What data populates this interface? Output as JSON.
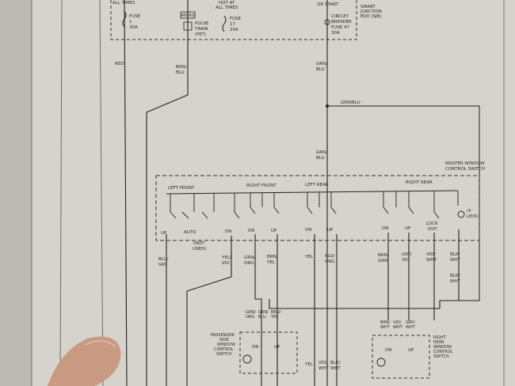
{
  "top_labels": {
    "hot_left": "ALL TIMES",
    "hot_mid_line1": "HOT AT",
    "hot_mid_line2": "ALL TIMES",
    "hot_right": "OR START"
  },
  "fuse1": {
    "line1": "FUSE",
    "line2": "1",
    "line3": "30A"
  },
  "micro": "MICRO",
  "pulse_train": {
    "line1": "PULSE",
    "line2": "TRAIN",
    "line3": "(FET)"
  },
  "fuse17": {
    "line1": "FUSE",
    "line2": "17",
    "line3": "20A"
  },
  "sjb": {
    "line1": "SMART",
    "line2": "JUNCTION",
    "line3": "BOX (SJB)"
  },
  "breaker": {
    "line1": "CIRCUIT",
    "line2": "BREAKER",
    "line3": "FUSE 47",
    "line4": "30A"
  },
  "wire_red": "RED",
  "wire_brn_blu": [
    "BRN/",
    "BLU"
  ],
  "wire_grn_blu_top": [
    "GRN/",
    "BLU"
  ],
  "wire_grn_blu_branch": "GRN/BLU",
  "wire_grn_blu_mid": [
    "GRN/",
    "BLU"
  ],
  "master": {
    "line1": "MASTER WINDOW",
    "line2": "CONTROL SWITCH"
  },
  "groups": {
    "left_front": "LEFT FRONT",
    "right_front": "RIGHT FRONT",
    "left_rear": "LEFT REAR",
    "right_rear": "RIGHT REAR"
  },
  "positions": {
    "up1": "UP",
    "auto": "AUTO",
    "dn1": "DN",
    "dn2": "DN",
    "up2": "UP",
    "dn3": "DN",
    "up3": "UP",
    "dn4": "DN",
    "up4": "UP",
    "lock": "LOCK",
    "out": "OUT"
  },
  "not_used": {
    "line1": "(NOT",
    "line2": "USED)"
  },
  "leds": {
    "line1": "(4",
    "line2": "LEDS)"
  },
  "wires_bottom": {
    "blu_gry": [
      "BLU/",
      "GRY"
    ],
    "yel_vio": [
      "YEL/",
      "VIO"
    ],
    "grn_org": [
      "GRN/",
      "ORG"
    ],
    "brn_yel": [
      "BRN/",
      "YEL"
    ],
    "yel": "YEL",
    "blu_org": [
      "BLU/",
      "ORG"
    ],
    "brn_grn": [
      "BRN/",
      "GRN"
    ],
    "gry_vio": [
      "GRY/",
      "VIO"
    ],
    "vio_wht": [
      "VIO/",
      "WHT"
    ],
    "blk_wht1": [
      "BLK/",
      "WHT"
    ],
    "blk_wht2": [
      "BLK/",
      "WHT"
    ]
  },
  "passenger_wires": [
    "GRN/",
    "ORG",
    "GRN/",
    "BLU",
    "BRN/",
    "YEL"
  ],
  "passenger_switch": {
    "line1": "PASSENGER",
    "line2": "SIDE",
    "line3": "WINDOW",
    "line4": "CONTROL",
    "line5": "SWITCH"
  },
  "passenger_pos": {
    "dn": "DN",
    "up": "UP"
  },
  "rear_wires": [
    "BRN/",
    "WHT",
    "VIO/",
    "WHT",
    "GRY/",
    "WHT"
  ],
  "rear_switch": {
    "line1": "RIGHT",
    "line2": "REAR",
    "line3": "WINDOW",
    "line4": "CONTROL",
    "line5": "SWITCH"
  },
  "rear_pos": {
    "dn": "DN",
    "up": "UP"
  },
  "lower_wires": {
    "yel": "YEL",
    "vio_wht": [
      "VIO/",
      "WHT"
    ],
    "blu_wht": [
      "BLU/",
      "WHT"
    ]
  },
  "colors": {
    "paper": "#d9d6d0",
    "ink": "#2a2a2a",
    "page_left": "#bdbab3",
    "finger": "#c89a82"
  }
}
